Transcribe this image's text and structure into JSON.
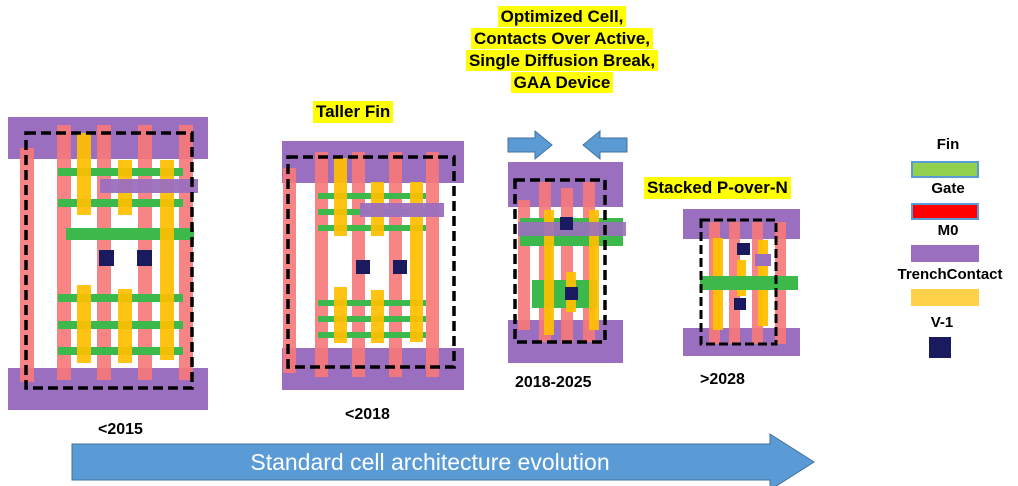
{
  "header": {
    "lines": [
      "Optimized Cell,",
      "Contacts Over Active,",
      "Single Diffusion Break,",
      "GAA Device"
    ]
  },
  "labels": {
    "taller_fin": "Taller Fin",
    "stacked": "Stacked P-over-N"
  },
  "years": {
    "cell1": "<2015",
    "cell2": "<2018",
    "cell3": "2018-2025",
    "cell4": ">2028"
  },
  "legend": {
    "fin": "Fin",
    "gate": "Gate",
    "m0": "M0",
    "trench_contact": "TrenchContact",
    "v1": "V-1"
  },
  "arrow": {
    "label": "Standard cell architecture evolution"
  },
  "colors": {
    "fin": "#3cb94a",
    "gate": "#ff0000",
    "gate_translucent": "#f8787a",
    "m0": "#9b6fc0",
    "trench_contact": "#ffc000",
    "v1": "#1a1a5e",
    "arrow": "#5b9bd5",
    "highlight": "#ffff00"
  }
}
